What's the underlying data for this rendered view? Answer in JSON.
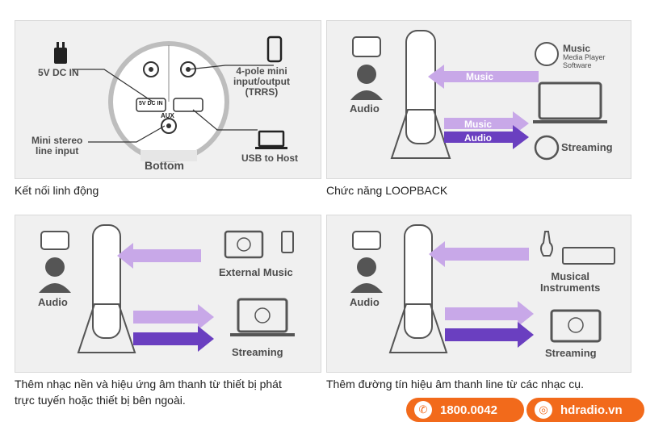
{
  "panels": {
    "connections": {
      "dc_in": "5V DC IN",
      "trrs": "4-pole mini\ninput/output\n(TRRS)",
      "mini_stereo": "Mini stereo\nline input",
      "usb": "USB to Host",
      "bottom": "Bottom",
      "port_dc": "5V DC IN",
      "port_aux": "AUX",
      "caption": "Kết nối linh động"
    },
    "loopback": {
      "audio": "Audio",
      "music_in": "Music",
      "music_out": "Music",
      "audio_out": "Audio",
      "app_title": "Music",
      "app_sub": "Media Player\nSoftware",
      "streaming": "Streaming",
      "caption": "Chức năng LOOPBACK"
    },
    "external": {
      "audio": "Audio",
      "external_music": "External Music",
      "streaming": "Streaming",
      "caption": "Thêm nhạc nền và hiệu ứng âm thanh từ thiết bị phát\ntrực tuyến hoặc thiết bị bên ngoài."
    },
    "instruments": {
      "audio": "Audio",
      "instruments": "Musical\nInstruments",
      "streaming": "Streaming",
      "caption": "Thêm đường tín hiệu âm thanh line từ các nhạc cụ."
    }
  },
  "contact": {
    "phone": "1800.0042",
    "website": "hdradio.vn",
    "accent": "#f26a1b"
  },
  "colors": {
    "purple_light": "#c8a8e8",
    "purple_dark": "#6a3fc0"
  }
}
